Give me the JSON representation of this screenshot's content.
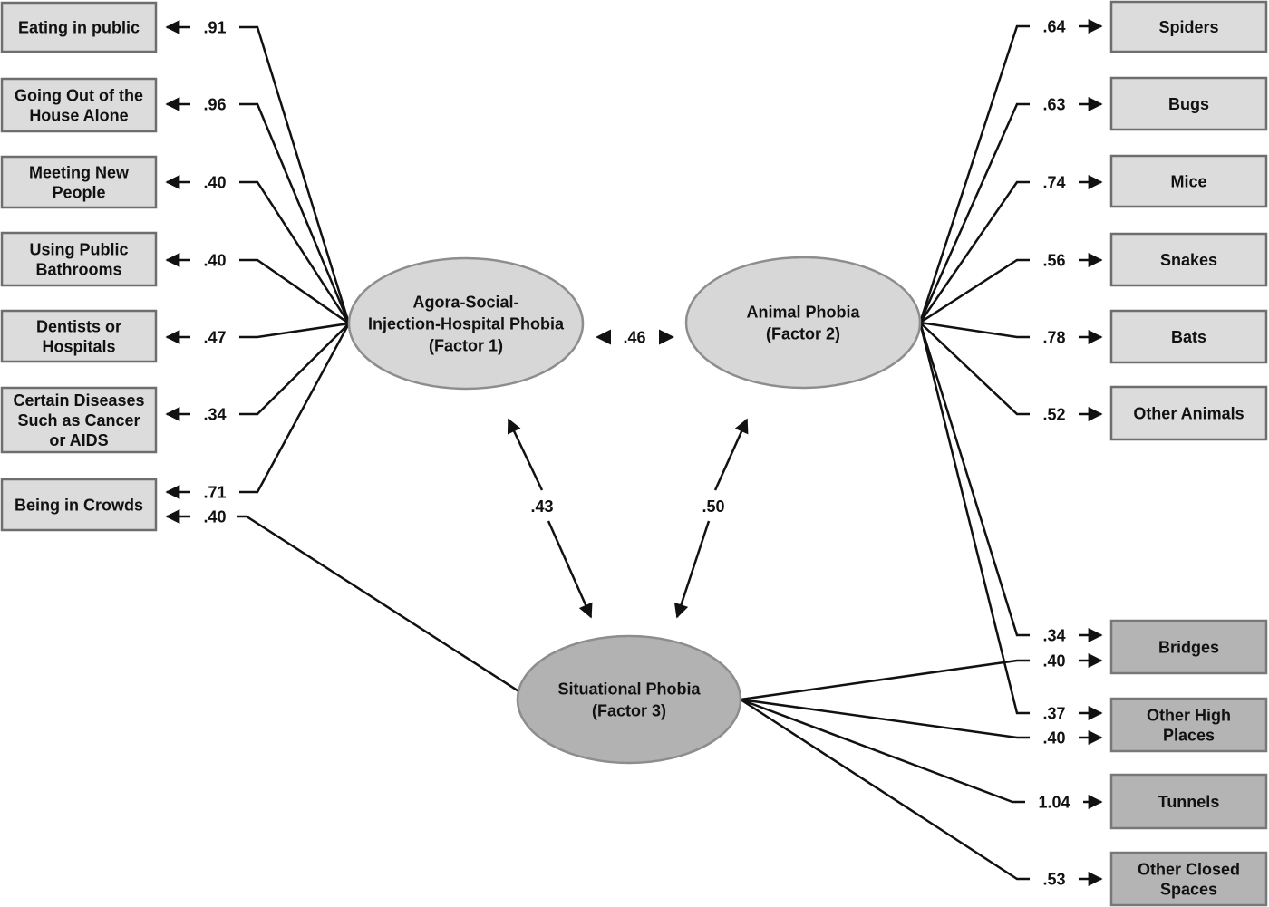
{
  "diagram": {
    "title": "Three-factor phobia path diagram",
    "colors": {
      "background": "#ffffff",
      "light_box_fill": "#dcdcdc",
      "light_box_border": "#6e6e6e",
      "dark_box_fill": "#b4b4b4",
      "dark_box_border": "#787878",
      "light_ellipse_fill": "#d7d7d7",
      "dark_ellipse_fill": "#b2b2b2",
      "ellipse_border": "#8d8d8d",
      "line_color": "#111111",
      "text_color": "#111111"
    },
    "factors": [
      {
        "id": "factor1",
        "shade": "light",
        "label_lines": [
          "Agora-Social-",
          "Injection-Hospital Phobia",
          "(Factor 1)"
        ]
      },
      {
        "id": "factor2",
        "shade": "light",
        "label_lines": [
          "Animal Phobia",
          "(Factor 2)"
        ]
      },
      {
        "id": "factor3",
        "shade": "dark",
        "label_lines": [
          "Situational Phobia",
          "(Factor 3)"
        ]
      }
    ],
    "left_indicators": [
      {
        "label_lines": [
          "Eating in public"
        ],
        "loading": ".91"
      },
      {
        "label_lines": [
          "Going Out of the",
          "House Alone"
        ],
        "loading": ".96"
      },
      {
        "label_lines": [
          "Meeting New",
          "People"
        ],
        "loading": ".40"
      },
      {
        "label_lines": [
          "Using Public",
          "Bathrooms"
        ],
        "loading": ".40"
      },
      {
        "label_lines": [
          "Dentists or",
          "Hospitals"
        ],
        "loading": ".47"
      },
      {
        "label_lines": [
          "Certain Diseases",
          "Such as Cancer",
          "or AIDS"
        ],
        "loading": ".34"
      },
      {
        "label_lines": [
          "Being in Crowds"
        ],
        "loading": ".71",
        "extra_loading": {
          "value": ".40",
          "from": "factor3"
        }
      }
    ],
    "animal_indicators": [
      {
        "label_lines": [
          "Spiders"
        ],
        "loading": ".64"
      },
      {
        "label_lines": [
          "Bugs"
        ],
        "loading": ".63"
      },
      {
        "label_lines": [
          "Mice"
        ],
        "loading": ".74"
      },
      {
        "label_lines": [
          "Snakes"
        ],
        "loading": ".56"
      },
      {
        "label_lines": [
          "Bats"
        ],
        "loading": ".78"
      },
      {
        "label_lines": [
          "Other Animals"
        ],
        "loading": ".52"
      }
    ],
    "situational_indicators": [
      {
        "label_lines": [
          "Bridges"
        ],
        "loadings": [
          {
            "value": ".34",
            "from": "factor2"
          },
          {
            "value": ".40",
            "from": "factor3"
          }
        ]
      },
      {
        "label_lines": [
          "Other High",
          "Places"
        ],
        "loadings": [
          {
            "value": ".37",
            "from": "factor2"
          },
          {
            "value": ".40",
            "from": "factor3"
          }
        ]
      },
      {
        "label_lines": [
          "Tunnels"
        ],
        "loadings": [
          {
            "value": "1.04",
            "from": "factor3"
          }
        ]
      },
      {
        "label_lines": [
          "Other Closed",
          "Spaces"
        ],
        "loadings": [
          {
            "value": ".53",
            "from": "factor3"
          }
        ]
      }
    ],
    "correlations": [
      {
        "between": [
          "factor1",
          "factor2"
        ],
        "value": ".46"
      },
      {
        "between": [
          "factor1",
          "factor3"
        ],
        "value": ".43"
      },
      {
        "between": [
          "factor2",
          "factor3"
        ],
        "value": ".50"
      }
    ]
  }
}
